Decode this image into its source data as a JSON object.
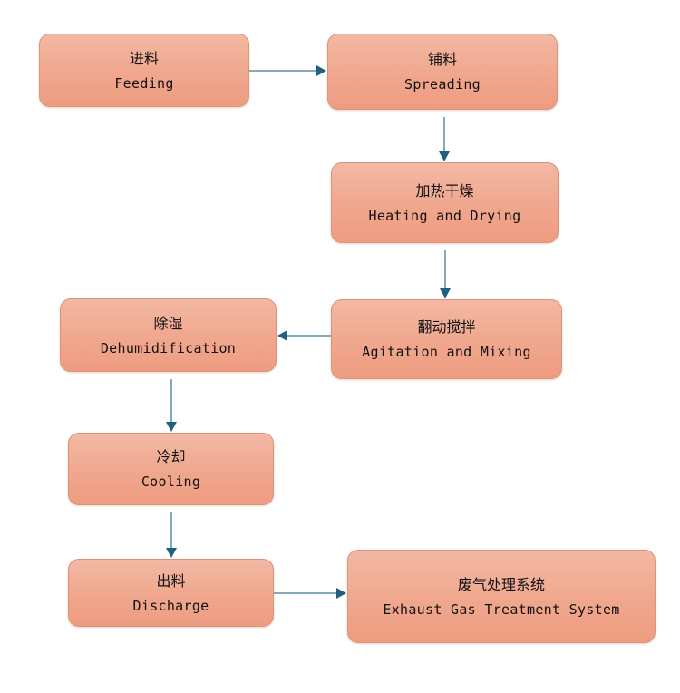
{
  "diagram": {
    "type": "process-flowchart",
    "colors": {
      "node_fill_top": "#f3b8a4",
      "node_fill_bottom": "#ee9c80",
      "node_border": "#d9957b",
      "edge_line": "#5b8ea6",
      "edge_head": "#1f5f80"
    },
    "nodes": [
      {
        "id": "feeding",
        "zh": "进料",
        "en": "Feeding"
      },
      {
        "id": "spreading",
        "zh": "铺料",
        "en": "Spreading"
      },
      {
        "id": "heating",
        "zh": "加热干燥",
        "en": "Heating and Drying"
      },
      {
        "id": "agitation",
        "zh": "翻动搅拌",
        "en": "Agitation and Mixing"
      },
      {
        "id": "dehumid",
        "zh": "除湿",
        "en": "Dehumidification"
      },
      {
        "id": "cooling",
        "zh": "冷却",
        "en": "Cooling"
      },
      {
        "id": "discharge",
        "zh": "出料",
        "en": "Discharge"
      },
      {
        "id": "exhaust",
        "zh": "废气处理系统",
        "en": "Exhaust Gas Treatment System"
      }
    ],
    "edges": [
      {
        "from": "feeding",
        "to": "spreading"
      },
      {
        "from": "spreading",
        "to": "heating"
      },
      {
        "from": "heating",
        "to": "agitation"
      },
      {
        "from": "agitation",
        "to": "dehumid"
      },
      {
        "from": "dehumid",
        "to": "cooling"
      },
      {
        "from": "cooling",
        "to": "discharge"
      },
      {
        "from": "discharge",
        "to": "exhaust"
      }
    ]
  }
}
